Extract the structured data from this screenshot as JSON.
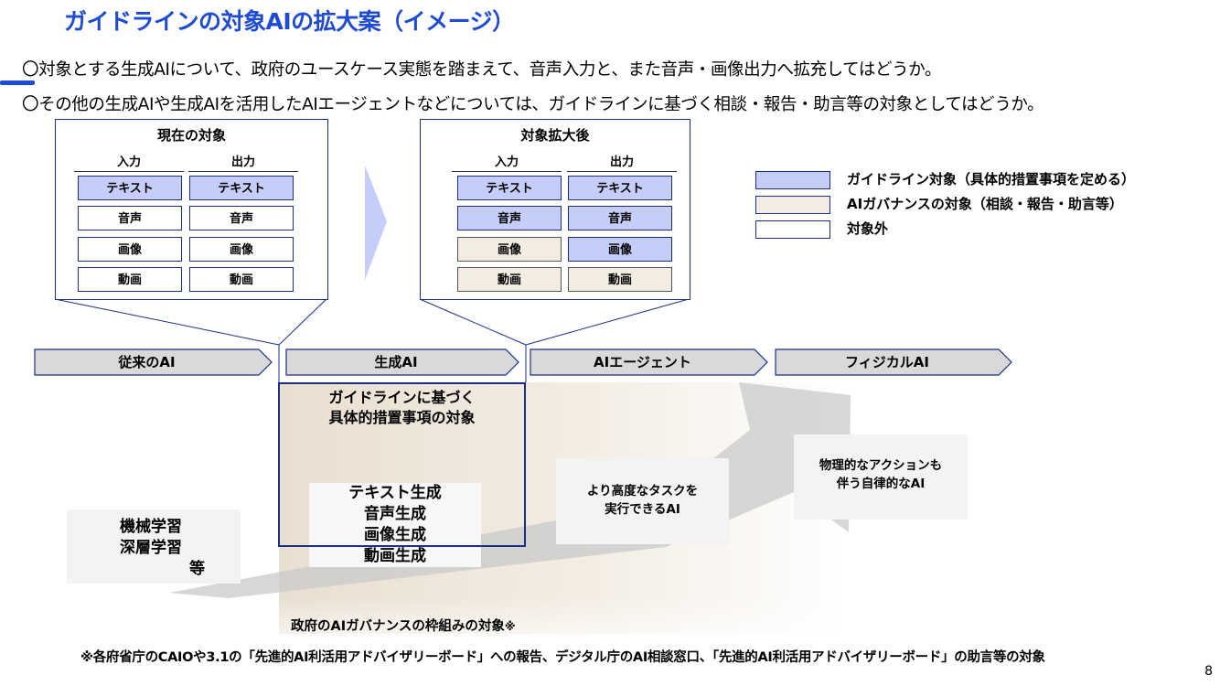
{
  "title": "ガイドラインの対象AIの拡大案（イメージ）",
  "bullets": [
    "〇対象とする生成AIについて、政府のユースケース実態を踏まえて、音声入力と、また音声・画像出力へ拡充してはどうか。",
    "〇その他の生成AIや生成AIを活用したAIエージェントなどについては、ガイドラインに基づく相談・報告・助言等の対象としてはどうか。"
  ],
  "current_panel": {
    "title": "現在の対象",
    "input_header": "入力",
    "output_header": "出力",
    "inputs": [
      {
        "label": "テキスト",
        "category": "guideline"
      },
      {
        "label": "音声",
        "category": "out_of_scope"
      },
      {
        "label": "画像",
        "category": "out_of_scope"
      },
      {
        "label": "動画",
        "category": "out_of_scope"
      }
    ],
    "outputs": [
      {
        "label": "テキスト",
        "category": "guideline"
      },
      {
        "label": "音声",
        "category": "out_of_scope"
      },
      {
        "label": "画像",
        "category": "out_of_scope"
      },
      {
        "label": "動画",
        "category": "out_of_scope"
      }
    ]
  },
  "expanded_panel": {
    "title": "対象拡大後",
    "input_header": "入力",
    "output_header": "出力",
    "inputs": [
      {
        "label": "テキスト",
        "category": "guideline"
      },
      {
        "label": "音声",
        "category": "guideline"
      },
      {
        "label": "画像",
        "category": "governance"
      },
      {
        "label": "動画",
        "category": "governance"
      }
    ],
    "outputs": [
      {
        "label": "テキスト",
        "category": "guideline"
      },
      {
        "label": "音声",
        "category": "guideline"
      },
      {
        "label": "画像",
        "category": "guideline"
      },
      {
        "label": "動画",
        "category": "governance"
      }
    ]
  },
  "legend": [
    {
      "label": "ガイドライン対象（具体的措置事項を定める）",
      "category": "guideline"
    },
    {
      "label": "AIガバナンスの対象（相談・報告・助言等）",
      "category": "governance"
    },
    {
      "label": "対象外",
      "category": "out_of_scope"
    }
  ],
  "stages": [
    "従来のAI",
    "生成AI",
    "AIエージェント",
    "フィジカルAI"
  ],
  "guideline_scope_label": "ガイドラインに基づく\n具体的措置事項の対象",
  "genai_types": [
    "テキスト生成",
    "音声生成",
    "画像生成",
    "動画生成"
  ],
  "ml_box": {
    "line1": "機械学習",
    "line2": "深層学習",
    "line3": "等"
  },
  "agent_box": "より高度なタスクを\n実行できるAI",
  "physical_box": "物理的なアクションも\n伴う自律的なAI",
  "governance_label": "政府のAIガバナンスの枠組みの対象",
  "governance_mark": "※",
  "footnote": "※各府省庁のCAIOや3.1の「先進的AI利活用アドバイザリーボード」への報告、デジタル庁のAI相談窓口、「先進的AI利活用アドバイザリーボード」の助言等の対象",
  "page_number": "8",
  "colors": {
    "title": "#1f4bd1",
    "guideline": "#c5cdfa",
    "governance": "#f2ece3",
    "out_of_scope": "#ffffff",
    "border": "#1a2f86",
    "stage_fill": "#d9d9d9"
  }
}
